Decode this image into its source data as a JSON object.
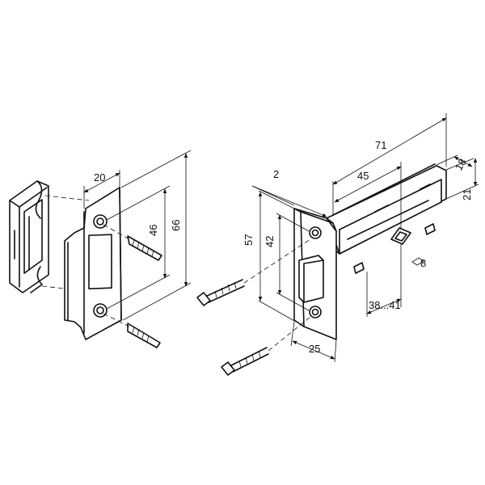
{
  "dimensions": {
    "strike_width": "20",
    "strike_hole_spacing": "46",
    "strike_height": "66",
    "faceplate_thickness": "2",
    "faceplate_height": "57",
    "faceplate_hole_spacing": "42",
    "faceplate_width": "25",
    "case_length": "71",
    "case_to_spindle": "45",
    "case_thickness": "18",
    "case_height": "21",
    "spindle_square": "8",
    "backset_range": "38...41"
  }
}
